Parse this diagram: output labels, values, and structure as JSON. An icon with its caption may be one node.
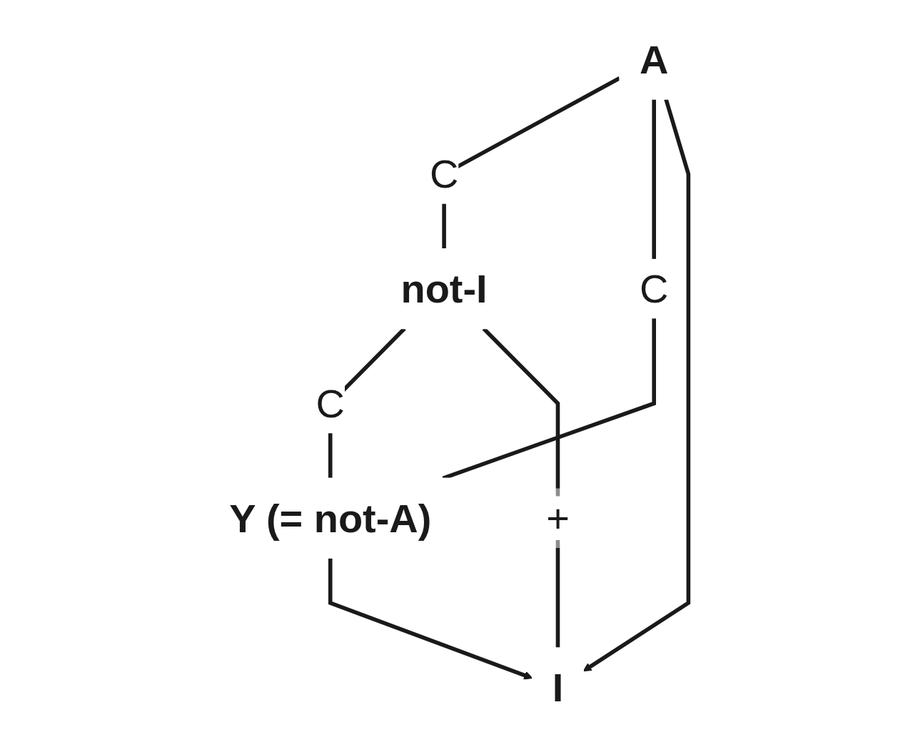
{
  "diagram": {
    "nodes": [
      {
        "text": [
          "A"
        ]
      },
      {
        "text": [
          "not-I"
        ]
      },
      {
        "text": [
          "I"
        ]
      },
      {
        "text": [
          "Y (= not-A)"
        ]
      }
    ],
    "edges": [
      {
        "from": 0,
        "to": 1,
        "arrow": "none",
        "label": "C"
      },
      {
        "from": 0,
        "to": 3,
        "arrow": "none",
        "label": "C"
      },
      {
        "from": 1,
        "to": 3,
        "arrow": "none",
        "label": "C"
      },
      {
        "from": 1,
        "to": 2,
        "arrow": "none",
        "label": "+"
      },
      {
        "from": 0,
        "to": 2,
        "arrow": "to"
      },
      {
        "from": 3,
        "to": 2,
        "arrow": "to"
      }
    ]
  }
}
